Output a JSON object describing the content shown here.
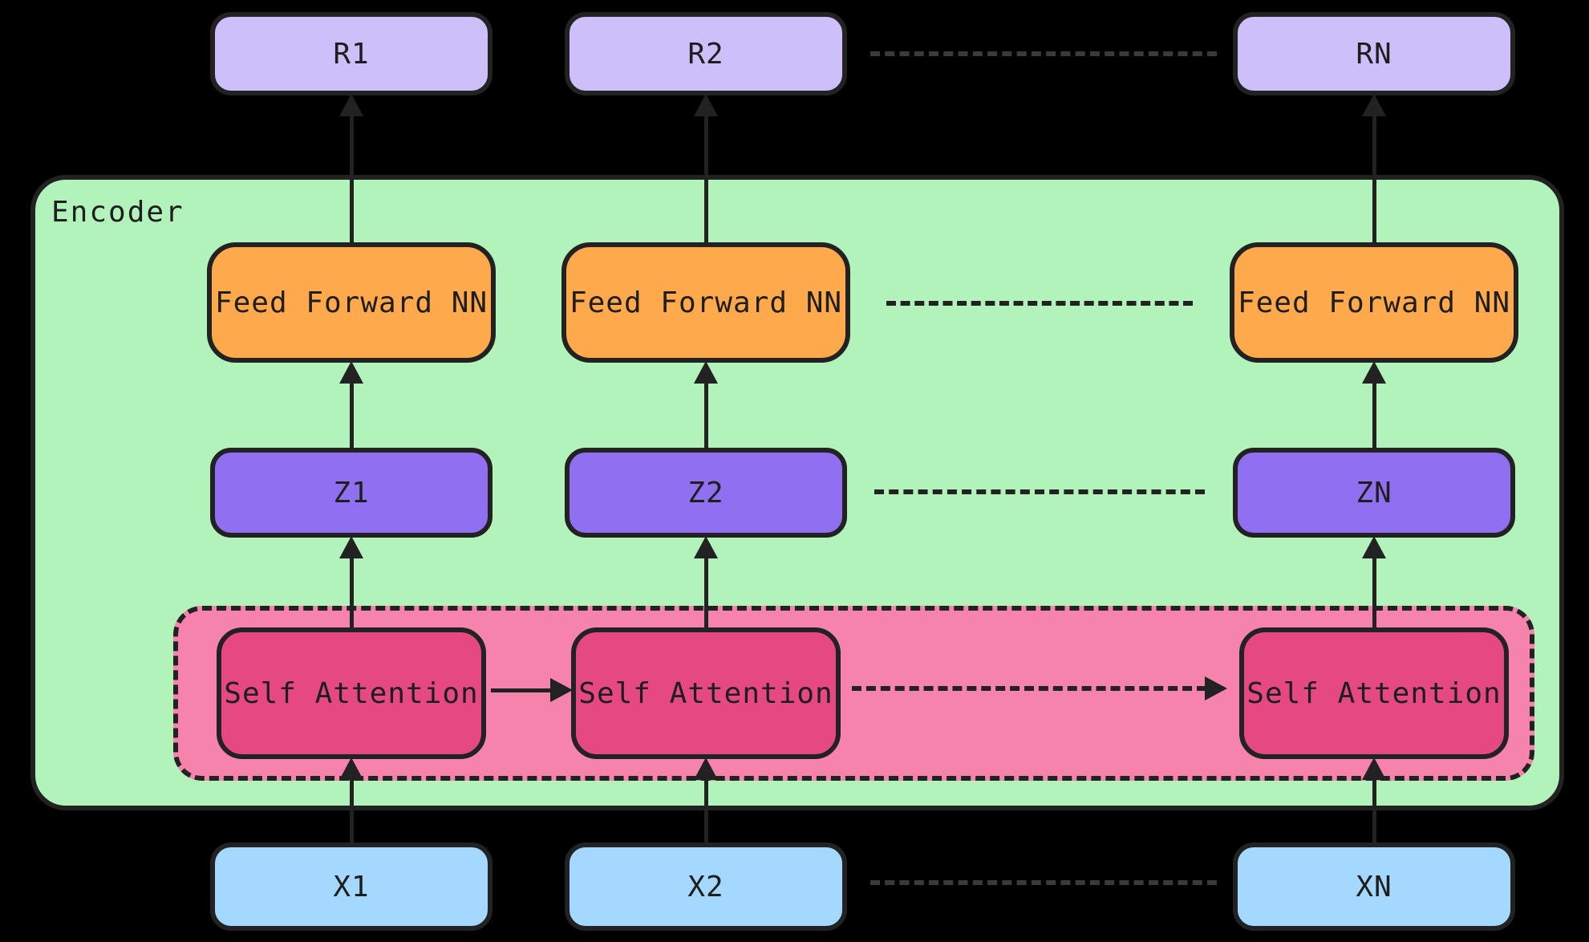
{
  "diagram": {
    "encoder_label": "Encoder",
    "columns": [
      {
        "r": "R1",
        "ffn": "Feed Forward NN",
        "z": "Z1",
        "sa": "Self Attention",
        "x": "X1"
      },
      {
        "r": "R2",
        "ffn": "Feed Forward NN",
        "z": "Z2",
        "sa": "Self Attention",
        "x": "X2"
      },
      {
        "r": "RN",
        "ffn": "Feed Forward NN",
        "z": "ZN",
        "sa": "Self Attention",
        "x": "XN"
      }
    ],
    "colors": {
      "background": "#000000",
      "encoder_fill": "#b2f2bb",
      "group_fill": "#f583ab",
      "sa_fill": "#e64980",
      "ffn_fill": "#ffa94d",
      "z_fill": "#9070f0",
      "r_fill": "#cdbffa",
      "x_fill": "#a5d8ff",
      "stroke": "#222222",
      "stroke_dim": "#3a3a3a",
      "text": "#1e1e1e"
    }
  }
}
